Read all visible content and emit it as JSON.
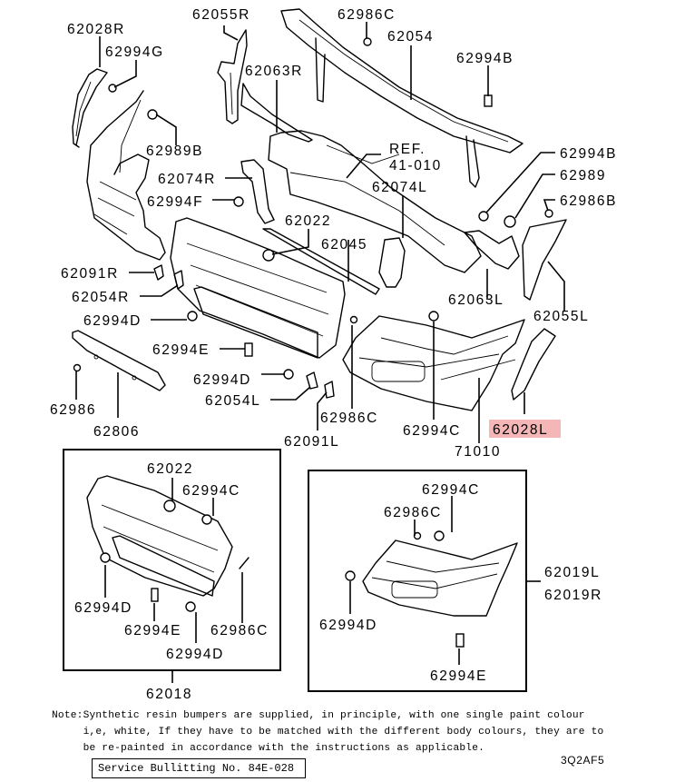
{
  "diagram": {
    "title": "Front bumper parts diagram",
    "highlight_color": "#f4b6b6",
    "labels": {
      "p62028R": "62028R",
      "p62994G": "62994G",
      "p62055R": "62055R",
      "p62986C_top": "62986C",
      "p62054": "62054",
      "p62994B_top": "62994B",
      "p62063R": "62063R",
      "p62989B": "62989B",
      "ref_line1": "REF.",
      "ref_line2": "41-010",
      "p62074R": "62074R",
      "p62994F": "62994F",
      "p62074L": "62074L",
      "p62994B_right": "62994B",
      "p62989": "62989",
      "p62986B": "62986B",
      "p62022_main": "62022",
      "p62045": "62045",
      "p62091R": "62091R",
      "p62054R": "62054R",
      "p62063L": "62063L",
      "p62055L": "62055L",
      "p62994D_left": "62994D",
      "p62994E_main": "62994E",
      "p62994D_mid": "62994D",
      "p62054L": "62054L",
      "p62986": "62986",
      "p62806": "62806",
      "p62986C_mid": "62986C",
      "p62994C_mid": "62994C",
      "p62028L": "62028L",
      "p62091L": "62091L",
      "p71010": "71010"
    },
    "inset_center": {
      "assembly": "62018",
      "labels": {
        "p62022": "62022",
        "p62994C": "62994C",
        "p62994D_a": "62994D",
        "p62994E": "62994E",
        "p62986C": "62986C",
        "p62994D_b": "62994D"
      }
    },
    "inset_side": {
      "assembly_left": "62019L",
      "assembly_right": "62019R",
      "labels": {
        "p62994C": "62994C",
        "p62986C": "62986C",
        "p62994D": "62994D",
        "p62994E": "62994E"
      }
    },
    "highlighted_part": "62028L"
  },
  "note": {
    "line1": "Note:Synthetic resin bumpers are supplied, in principle, with one single paint colour",
    "line2": "     i,e, white, If they have to be matched with the different body colours, they are to",
    "line3": "     be re-painted in accordance with the instructions as applicable."
  },
  "bulletin": "Service Bullitting No. 84E-028",
  "diagram_code": "3Q2AF5"
}
